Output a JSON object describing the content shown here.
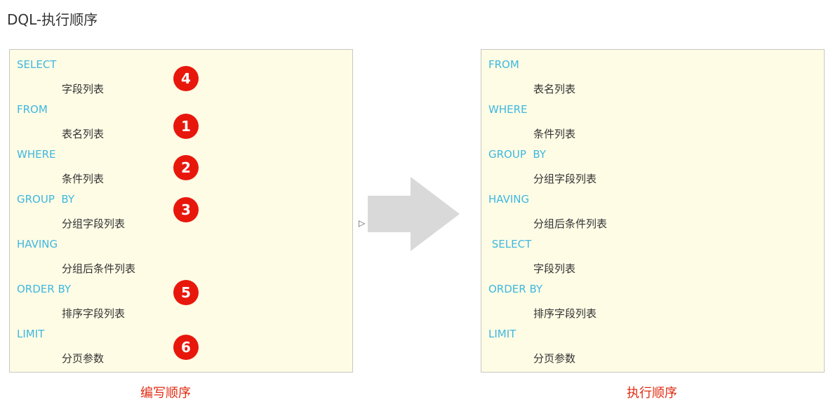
{
  "title": "DQL-执行顺序",
  "left": {
    "caption": "编写顺序",
    "rows": [
      {
        "keyword": "SELECT",
        "value": "字段列表",
        "badge": "4"
      },
      {
        "keyword": "FROM",
        "value": "表名列表",
        "badge": "1"
      },
      {
        "keyword": "WHERE",
        "value": "条件列表",
        "badge": "2"
      },
      {
        "keyword": "GROUP  BY",
        "value": "分组字段列表",
        "badge": "3"
      },
      {
        "keyword": "HAVING",
        "value": "分组后条件列表",
        "badge": null
      },
      {
        "keyword": "ORDER BY",
        "value": "排序字段列表",
        "badge": "5"
      },
      {
        "keyword": "LIMIT",
        "value": "分页参数",
        "badge": "6"
      }
    ]
  },
  "right": {
    "caption": "执行顺序",
    "rows": [
      {
        "keyword": "FROM",
        "value": "表名列表"
      },
      {
        "keyword": "WHERE",
        "value": "条件列表"
      },
      {
        "keyword": "GROUP  BY",
        "value": "分组字段列表"
      },
      {
        "keyword": "HAVING",
        "value": "分组后条件列表"
      },
      {
        "keyword": " SELECT",
        "value": "字段列表"
      },
      {
        "keyword": "ORDER BY",
        "value": "排序字段列表"
      },
      {
        "keyword": "LIMIT",
        "value": "分页参数"
      }
    ]
  },
  "colors": {
    "keyword": "#3fb7e0",
    "badge": "#e8170c",
    "caption": "#e02a10",
    "arrow": "#d9d9d9"
  }
}
